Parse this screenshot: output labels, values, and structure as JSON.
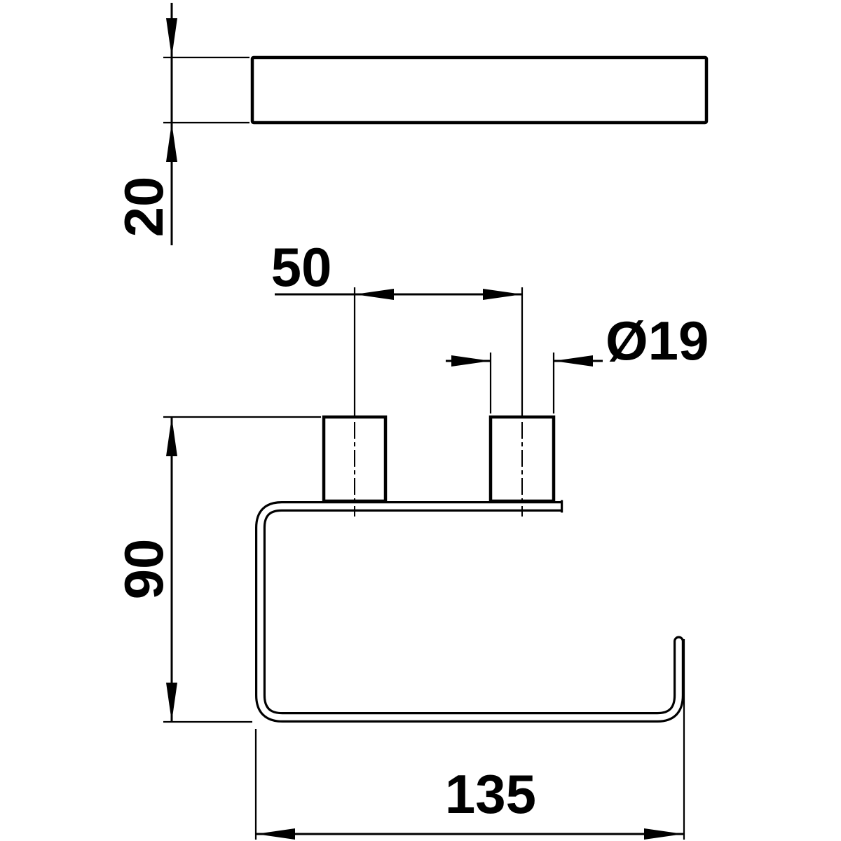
{
  "colors": {
    "background": "#ffffff",
    "line": "#000000"
  },
  "drawing": {
    "kind": "technical-dimension-drawing",
    "views": {
      "top_view": "bar-profile",
      "front_view": "holder-body-with-two-mounting-posts"
    },
    "dimensions": {
      "thickness": {
        "label": "20"
      },
      "spacing": {
        "label": "50"
      },
      "diameter": {
        "label": "Ø19"
      },
      "height": {
        "label": "90"
      },
      "width": {
        "label": "135"
      }
    }
  }
}
